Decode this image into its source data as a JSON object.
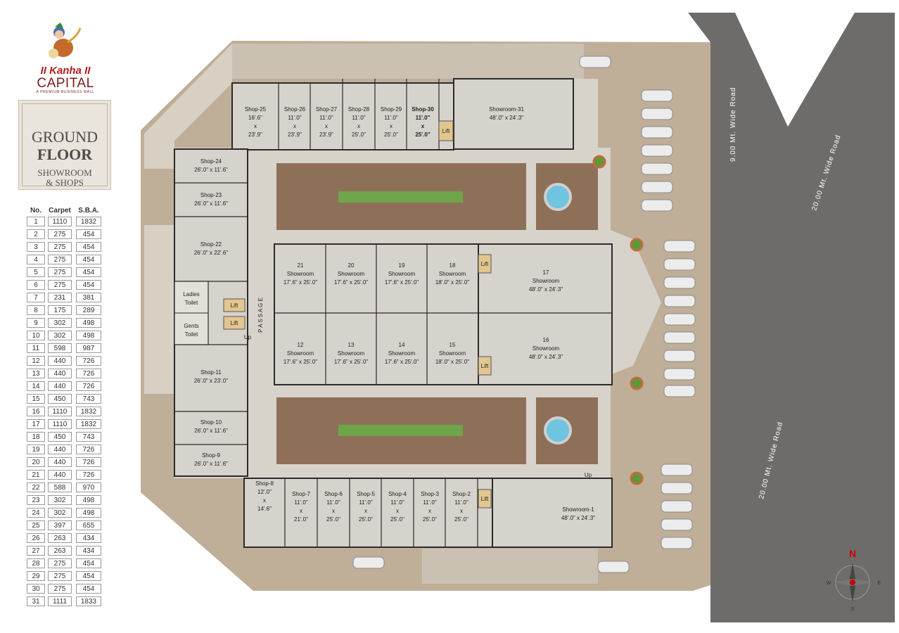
{
  "brand": {
    "logo_top": "II Kanha II",
    "logo_bottom": "CAPITAL",
    "tagline": "A PREMIUM BUSINESS MALL"
  },
  "title": {
    "line1": "GROUND",
    "line2": "FLOOR",
    "line3": "SHOWROOM",
    "line4": "& SHOPS"
  },
  "table": {
    "headers": [
      "No.",
      "Carpet",
      "S.B.A."
    ],
    "rows": [
      [
        "1",
        "1110",
        "1832"
      ],
      [
        "2",
        "275",
        "454"
      ],
      [
        "3",
        "275",
        "454"
      ],
      [
        "4",
        "275",
        "454"
      ],
      [
        "5",
        "275",
        "454"
      ],
      [
        "6",
        "275",
        "454"
      ],
      [
        "7",
        "231",
        "381"
      ],
      [
        "8",
        "175",
        "289"
      ],
      [
        "9",
        "302",
        "498"
      ],
      [
        "10",
        "302",
        "498"
      ],
      [
        "11",
        "598",
        "987"
      ],
      [
        "12",
        "440",
        "726"
      ],
      [
        "13",
        "440",
        "726"
      ],
      [
        "14",
        "440",
        "726"
      ],
      [
        "15",
        "450",
        "743"
      ],
      [
        "16",
        "1110",
        "1832"
      ],
      [
        "17",
        "1110",
        "1832"
      ],
      [
        "18",
        "450",
        "743"
      ],
      [
        "19",
        "440",
        "726"
      ],
      [
        "20",
        "440",
        "726"
      ],
      [
        "21",
        "440",
        "726"
      ],
      [
        "22",
        "588",
        "970"
      ],
      [
        "23",
        "302",
        "498"
      ],
      [
        "24",
        "302",
        "498"
      ],
      [
        "25",
        "397",
        "655"
      ],
      [
        "26",
        "263",
        "434"
      ],
      [
        "27",
        "263",
        "434"
      ],
      [
        "28",
        "275",
        "454"
      ],
      [
        "29",
        "275",
        "454"
      ],
      [
        "30",
        "275",
        "454"
      ],
      [
        "31",
        "1111",
        "1833"
      ]
    ]
  },
  "units": {
    "shop25": [
      "Shop-25",
      "16'.6\"",
      "x",
      "23'.9\""
    ],
    "shop26": [
      "Shop-26",
      "11'.0\"",
      "x",
      "23'.9\""
    ],
    "shop27": [
      "Shop-27",
      "11'.0\"",
      "x",
      "23'.9\""
    ],
    "shop28": [
      "Shop-28",
      "11'.0\"",
      "x",
      "25'.0\""
    ],
    "shop29": [
      "Shop-29",
      "11'.0\"",
      "x",
      "25'.0\""
    ],
    "shop30": [
      "Shop-30",
      "11'.0\"",
      "x",
      "25'.0\""
    ],
    "showroom31": [
      "Showroom-31",
      "48'.0\" x 24'.3\""
    ],
    "shop24": [
      "Shop-24",
      "26'.0\" x 11'.6\""
    ],
    "shop23": [
      "Shop-23",
      "26'.0\" x 11'.6\""
    ],
    "shop22": [
      "Shop-22",
      "26'.0\" x 22'.6\""
    ],
    "shop11": [
      "Shop-11",
      "26'.0\" x 23'.0\""
    ],
    "shop10": [
      "Shop-10",
      "26'.0\" x 11'.6\""
    ],
    "shop9": [
      "Shop-9",
      "26'.0\" x 11'.6\""
    ],
    "sr21": [
      "21",
      "Showroom",
      "17'.6\" x 25'.0\""
    ],
    "sr20": [
      "20",
      "Showroom",
      "17'.6\" x 25'.0\""
    ],
    "sr19": [
      "19",
      "Showroom",
      "17'.6\" x 25'.0\""
    ],
    "sr18": [
      "18",
      "Showroom",
      "18'.0\" x 25'.0\""
    ],
    "sr17": [
      "17",
      "Showroom",
      "48'.0\" x 24'.3\""
    ],
    "sr12": [
      "12",
      "Showroom",
      "17'.6\" x 25'.0\""
    ],
    "sr13": [
      "13",
      "Showroom",
      "17'.6\" x 25'.0\""
    ],
    "sr14": [
      "14",
      "Showroom",
      "17'.6\" x 25'.0\""
    ],
    "sr15": [
      "15",
      "Showroom",
      "18'.0\" x 25'.0\""
    ],
    "sr16": [
      "16",
      "Showroom",
      "48'.0\" x 24'.3\""
    ],
    "shop8": [
      "Shop-8",
      "12'.0\"",
      "x",
      "14'.6\""
    ],
    "shop7": [
      "Shop-7",
      "11'.0\"",
      "x",
      "21'.0\""
    ],
    "shop6": [
      "Shop-6",
      "11'.0\"",
      "x",
      "25'.0\""
    ],
    "shop5": [
      "Shop-5",
      "11'.0\"",
      "x",
      "25'.0\""
    ],
    "shop4": [
      "Shop-4",
      "11'.0\"",
      "x",
      "25'.0\""
    ],
    "shop3": [
      "Shop-3",
      "11'.0\"",
      "x",
      "25'.0\""
    ],
    "shop2": [
      "Shop-2",
      "11'.0\"",
      "x",
      "25'.0\""
    ],
    "showroom1": [
      "Showroom-1",
      "48'.0\" x 24'.3\""
    ]
  },
  "labels": {
    "ladies_toilet": [
      "Ladies",
      "Toilet"
    ],
    "gents_toilet": [
      "Gents",
      "Toilet"
    ],
    "lift": "Lift",
    "passage": "P A S S A G E",
    "up": "Up"
  },
  "roads": {
    "road1": "9.00 Mt. Wide Road",
    "road2": "20.00 Mt. Wide Road",
    "road3": "20.00 Mt. Wide Road"
  },
  "compass": {
    "n": "N",
    "e": "E",
    "s": "S",
    "w": "W"
  },
  "colors": {
    "ground": "#bfae98",
    "passage": "#d7d3cb",
    "unit": "#d6d2cc",
    "wall": "#2b2b2b",
    "garden": "#8e7058",
    "road": "#6e6c6b",
    "brand": "#b51c1c"
  }
}
